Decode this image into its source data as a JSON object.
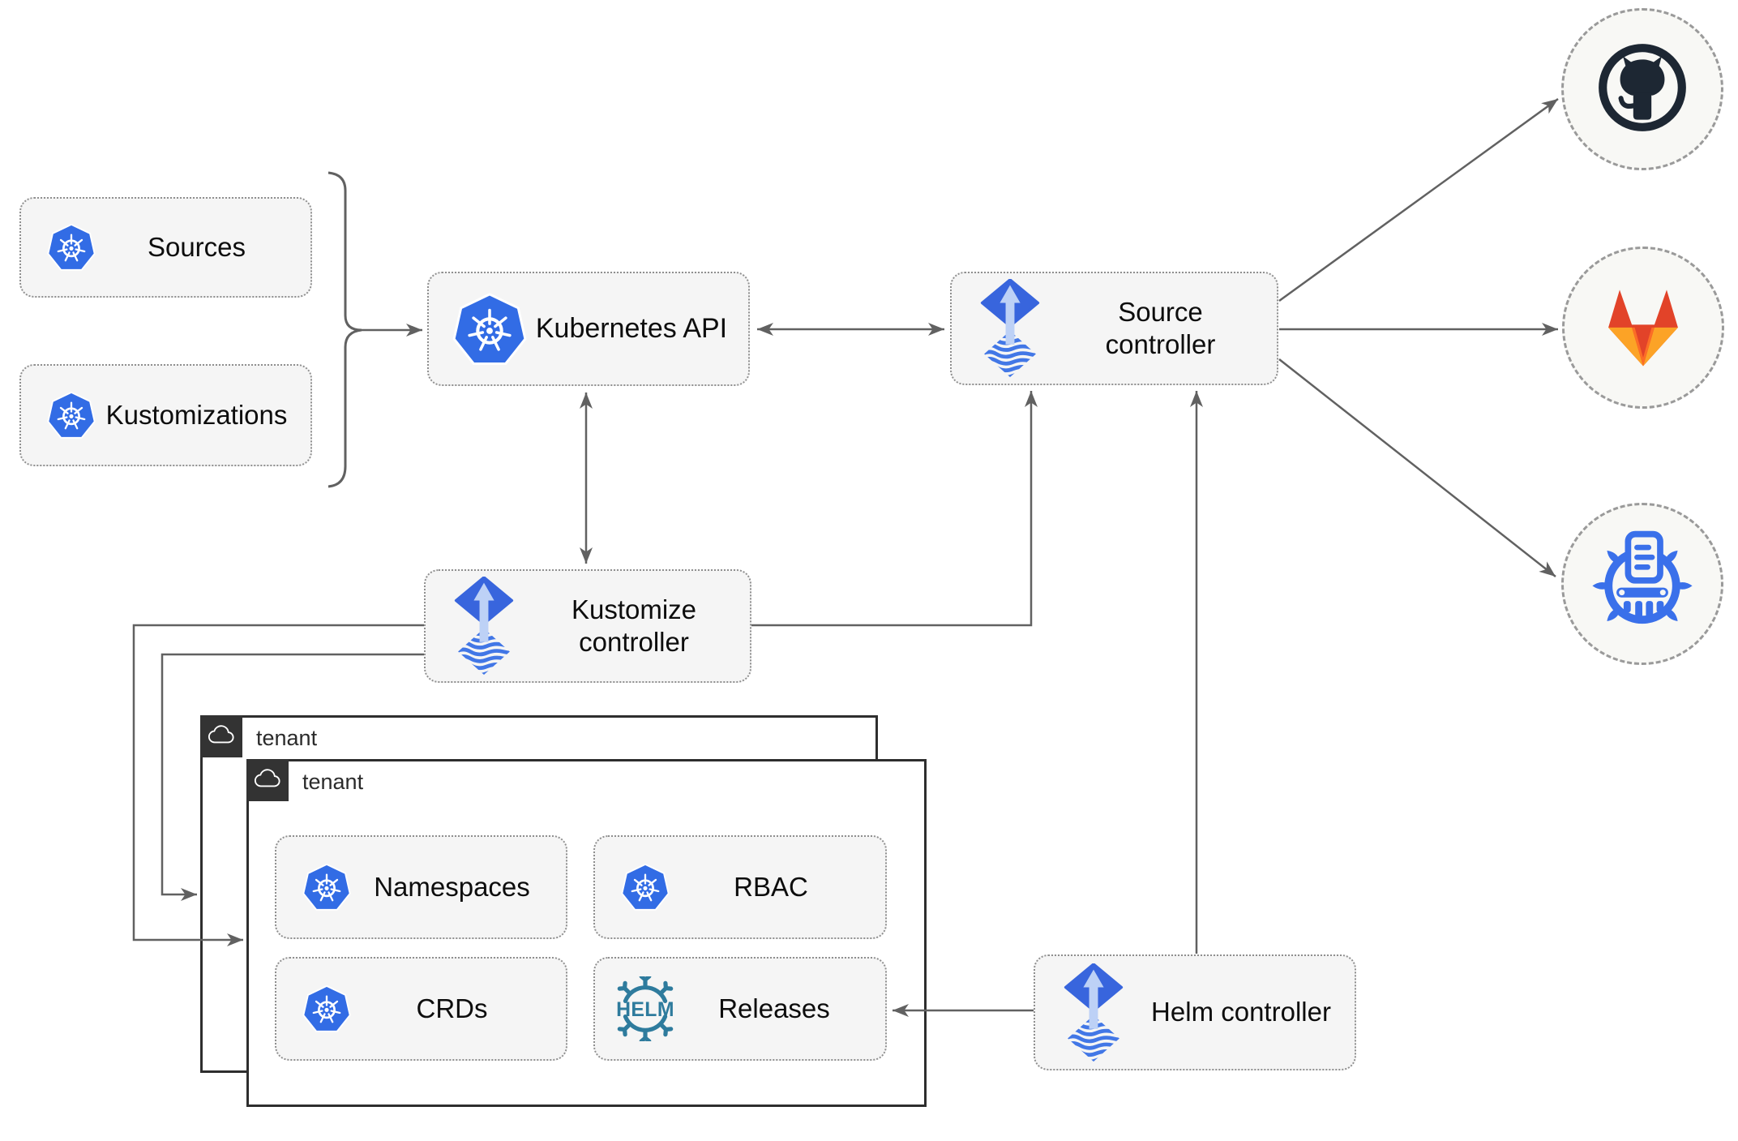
{
  "diagram": {
    "nodes": {
      "sources": {
        "label": "Sources",
        "icon": "kubernetes-icon"
      },
      "kustomizations": {
        "label": "Kustomizations",
        "icon": "kubernetes-icon"
      },
      "kubernetes_api": {
        "label": "Kubernetes API",
        "icon": "kubernetes-icon"
      },
      "source_controller": {
        "label": "Source controller",
        "icon": "flux-icon"
      },
      "kustomize_controller": {
        "label": "Kustomize controller",
        "icon": "flux-icon"
      },
      "helm_controller": {
        "label": "Helm controller",
        "icon": "flux-icon"
      },
      "tenant_outer": {
        "label": "tenant",
        "icon": "cloud-icon"
      },
      "tenant_inner": {
        "label": "tenant",
        "icon": "cloud-icon"
      },
      "namespaces": {
        "label": "Namespaces",
        "icon": "kubernetes-icon"
      },
      "rbac": {
        "label": "RBAC",
        "icon": "kubernetes-icon"
      },
      "crds": {
        "label": "CRDs",
        "icon": "kubernetes-icon"
      },
      "releases": {
        "label": "Releases",
        "icon": "helm-icon",
        "icon_text": "HELM"
      },
      "github": {
        "icon": "github-icon"
      },
      "gitlab": {
        "icon": "gitlab-icon"
      },
      "chart_repository": {
        "icon": "chartmuseum-icon"
      }
    },
    "edges": [
      {
        "from": "sources_and_kustomizations",
        "to": "kubernetes_api",
        "style": "arrow"
      },
      {
        "from": "kubernetes_api",
        "to": "source_controller",
        "style": "double-arrow"
      },
      {
        "from": "kubernetes_api",
        "to": "kustomize_controller",
        "style": "double-arrow"
      },
      {
        "from": "kustomize_controller",
        "to": "source_controller",
        "style": "arrow"
      },
      {
        "from": "kustomize_controller",
        "to": "tenant_outer",
        "style": "arrow"
      },
      {
        "from": "kustomize_controller",
        "to": "tenant_inner",
        "style": "arrow"
      },
      {
        "from": "helm_controller",
        "to": "source_controller",
        "style": "arrow"
      },
      {
        "from": "helm_controller",
        "to": "releases",
        "style": "arrow"
      },
      {
        "from": "source_controller",
        "to": "github",
        "style": "arrow"
      },
      {
        "from": "source_controller",
        "to": "gitlab",
        "style": "arrow"
      },
      {
        "from": "source_controller",
        "to": "chart_repository",
        "style": "arrow"
      }
    ],
    "colors": {
      "kubernetes_blue": "#326ce5",
      "flux_blue": "#3865dd",
      "flux_arrow_light": "#bdd1f6",
      "helm_teal": "#2e7b9d",
      "chartmuseum_blue": "#3a70ea",
      "github_dark": "#1d2733",
      "gitlab_red": "#e24329",
      "gitlab_amber": "#fca326",
      "node_fill": "#f5f5f5",
      "connector_gray": "#616161",
      "tenant_border": "#2e2e2e"
    }
  }
}
